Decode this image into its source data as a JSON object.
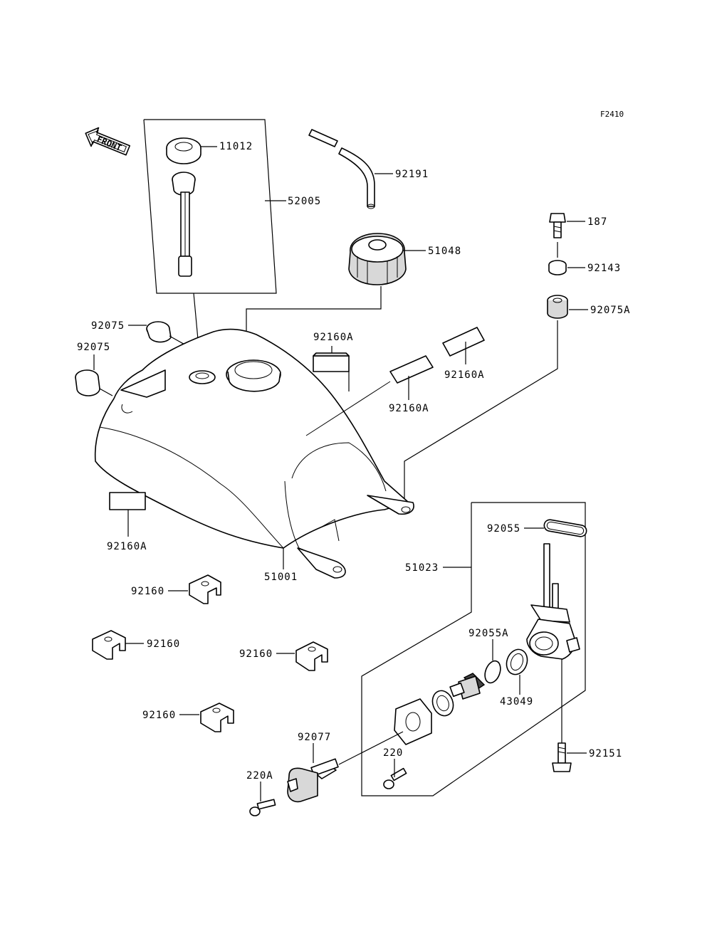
{
  "drawing_code": "F2410",
  "front_label": "FRONT",
  "parts": [
    {
      "id": "p11012",
      "number": "11012"
    },
    {
      "id": "p52005",
      "number": "52005"
    },
    {
      "id": "p92191",
      "number": "92191"
    },
    {
      "id": "p51048",
      "number": "51048"
    },
    {
      "id": "p187",
      "number": "187"
    },
    {
      "id": "p92143",
      "number": "92143"
    },
    {
      "id": "p92075A",
      "number": "92075A"
    },
    {
      "id": "p92075a",
      "number": "92075"
    },
    {
      "id": "p92075b",
      "number": "92075"
    },
    {
      "id": "p92160Aa",
      "number": "92160A"
    },
    {
      "id": "p92160Ab",
      "number": "92160A"
    },
    {
      "id": "p92160Ac",
      "number": "92160A"
    },
    {
      "id": "p92160Ad",
      "number": "92160A"
    },
    {
      "id": "p51001",
      "number": "51001"
    },
    {
      "id": "p51023",
      "number": "51023"
    },
    {
      "id": "p92055",
      "number": "92055"
    },
    {
      "id": "p92160a",
      "number": "92160"
    },
    {
      "id": "p92160b",
      "number": "92160"
    },
    {
      "id": "p92160c",
      "number": "92160"
    },
    {
      "id": "p92160d",
      "number": "92160"
    },
    {
      "id": "p92055A",
      "number": "92055A"
    },
    {
      "id": "p43049",
      "number": "43049"
    },
    {
      "id": "p92077",
      "number": "92077"
    },
    {
      "id": "p220",
      "number": "220"
    },
    {
      "id": "p220A",
      "number": "220A"
    },
    {
      "id": "p92151",
      "number": "92151"
    }
  ]
}
